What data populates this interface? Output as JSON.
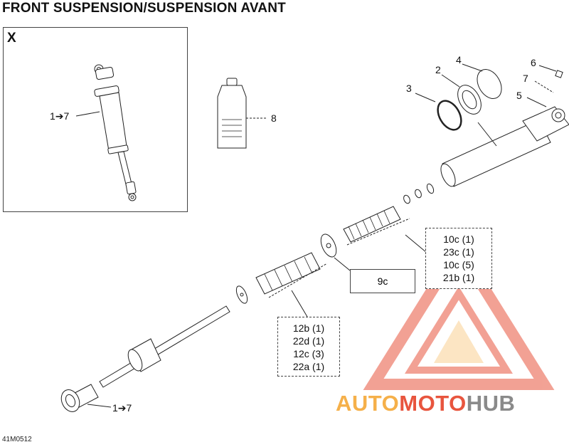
{
  "diagram": {
    "title": "FRONT SUSPENSION/SUSPENSION AVANT",
    "inset_label": "X",
    "callouts": {
      "inset_shock": "1➔7",
      "bottle": "8",
      "p2": "2",
      "p3": "3",
      "p4": "4",
      "p5": "5",
      "p6": "6",
      "p7": "7",
      "bottom_shock": "1➔7"
    },
    "box_right": [
      "10c (1)",
      "23c (1)",
      "10c (5)",
      "21b (1)"
    ],
    "box_center": "9c",
    "box_lower": [
      "12b (1)",
      "22d (1)",
      "12c (3)",
      "22a (1)"
    ],
    "reference": "41M0512",
    "watermark": {
      "part1": "AUTO",
      "part2": "MOTO",
      "part3": "HUB"
    }
  },
  "colors": {
    "watermark_red": "#e8553e",
    "watermark_orange": "#f5b04a",
    "watermark_gray": "#8a8a8a",
    "line": "#222222"
  }
}
